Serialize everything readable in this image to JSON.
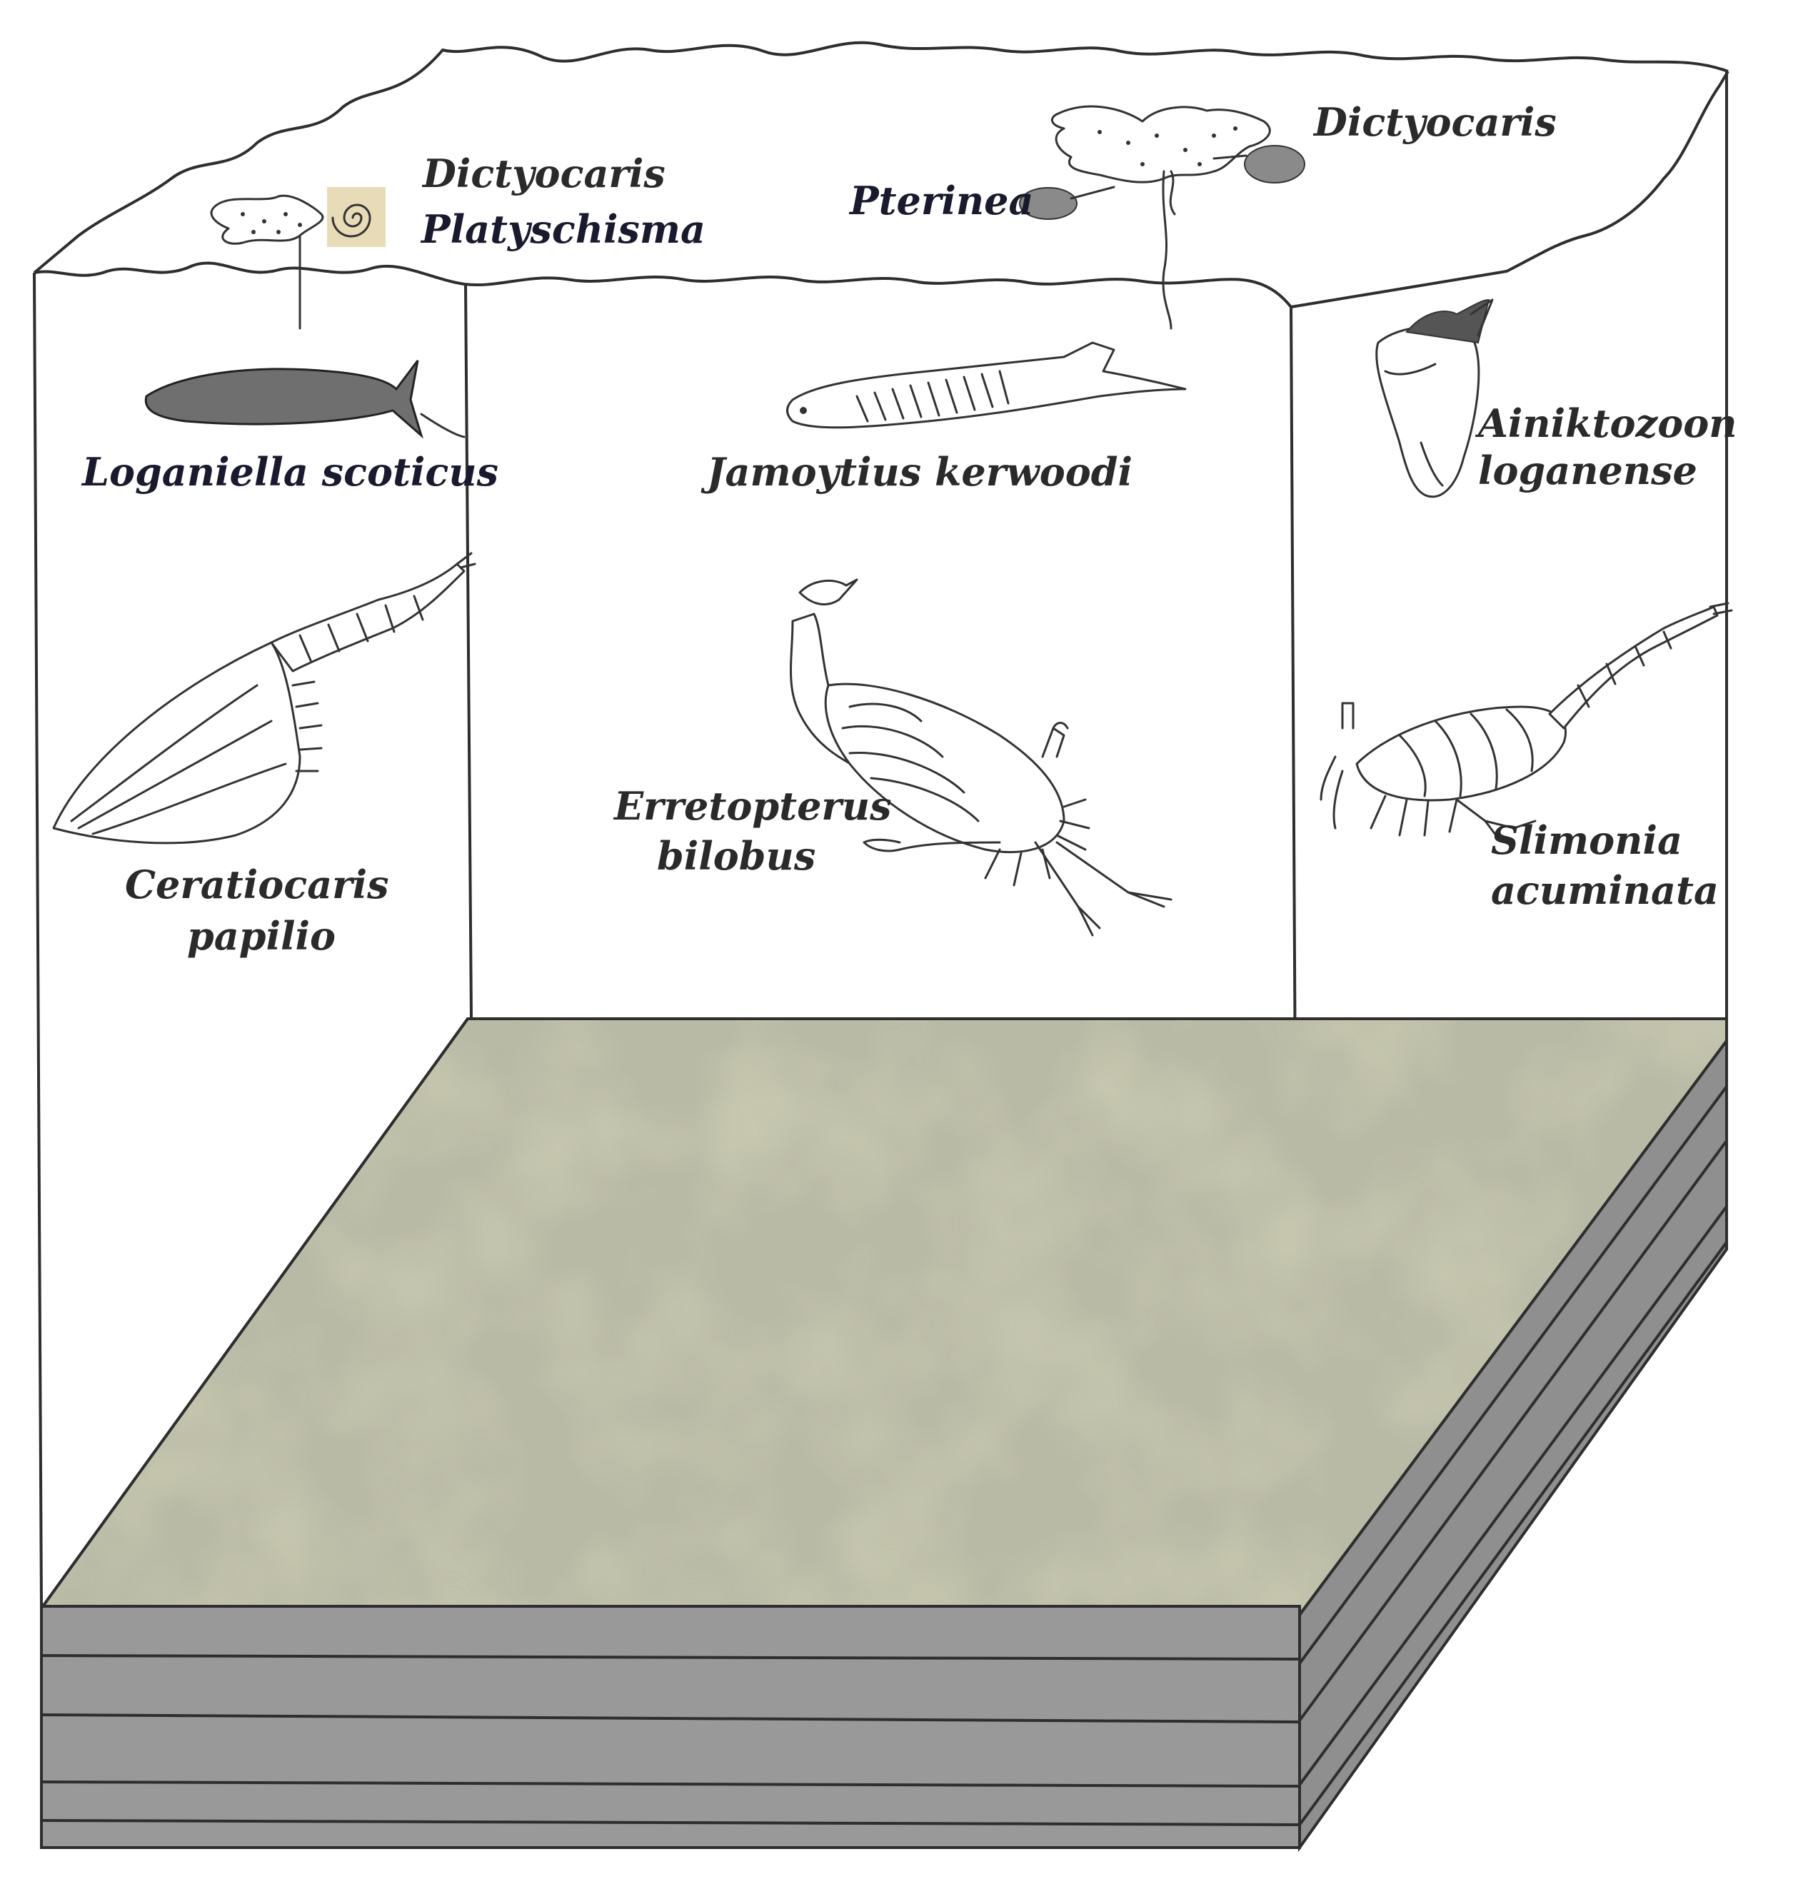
{
  "labels": {
    "dictyocaris_left": "Dictyocaris",
    "platyschisma": "Platyschisma",
    "dictyocaris_right": "Dictyocaris",
    "pterinea": "Pterinea",
    "loganiella": "Loganiella scoticus",
    "jamoytius": "Jamoytius kerwoodi",
    "ainiktozoon_1": "Ainiktozoon",
    "ainiktozoon_2": "loganense",
    "ceratiocaris_1": "Ceratiocaris",
    "ceratiocaris_2": "papilio",
    "erretopterus_1": "Erretopterus",
    "erretopterus_2": "bilobus",
    "slimonia_1": "Slimonia",
    "slimonia_2": "acuminata"
  },
  "colors": {
    "seafloor": "#b8b99c",
    "seafloor_mottle": "#a6a57c",
    "strata": "#9a9a9a",
    "outline": "#2e2e2e"
  }
}
